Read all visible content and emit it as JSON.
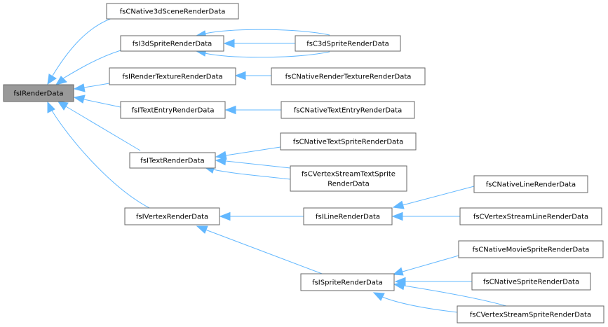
{
  "colors": {
    "edge": "#63b8ff",
    "node_border": "#666666",
    "root_fill": "#999999"
  },
  "nodes": {
    "root": "fsIRenderData",
    "n3dscene": "fsCNative3dSceneRenderData",
    "sprite3d": "fsI3dSpriteRenderData",
    "c3dsprite": "fsC3dSpriteRenderData",
    "rtex": "fsIRenderTextureRenderData",
    "nrtex": "fsCNativeRenderTextureRenderData",
    "tentry": "fsITextEntryRenderData",
    "ntentry": "fsCNativeTextEntryRenderData",
    "text": "fsITextRenderData",
    "ntsprite": "fsCNativeTextSpriteRenderData",
    "vstext_l1": "fsCVertexStreamTextSprite",
    "vstext_l2": "RenderData",
    "vertex": "fsIVertexRenderData",
    "line": "fsILineRenderData",
    "nline": "fsCNativeLineRenderData",
    "vsline": "fsCVertexStreamLineRenderData",
    "sprite": "fsISpriteRenderData",
    "nmovie": "fsCNativeMovieSpriteRenderData",
    "nsprite": "fsCNativeSpriteRenderData",
    "vssprite": "fsCVertexStreamSpriteRenderData"
  }
}
